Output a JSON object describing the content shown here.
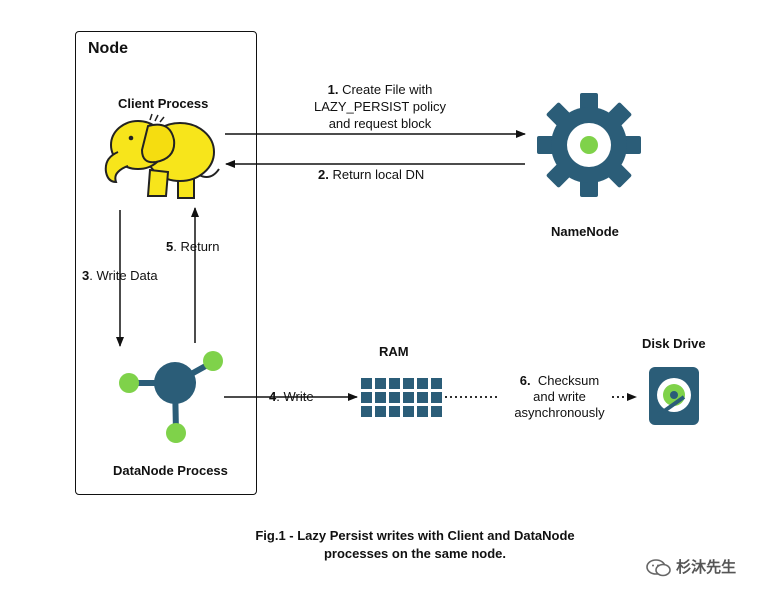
{
  "node": {
    "title": "Node"
  },
  "client_process": {
    "label": "Client Process"
  },
  "datanode_process": {
    "label": "DataNode Process"
  },
  "namenode": {
    "label": "NameNode"
  },
  "ram": {
    "label": "RAM"
  },
  "disk_drive": {
    "label": "Disk Drive"
  },
  "steps": {
    "s1": {
      "num": "1.",
      "line1": "Create File with",
      "line2": "LAZY_PERSIST policy",
      "line3": "and request block"
    },
    "s2": {
      "num": "2.",
      "text": "Return local DN"
    },
    "s3": {
      "num": "3",
      "text": ". Write Data"
    },
    "s4": {
      "num": "4",
      "text": ". Write"
    },
    "s5": {
      "num": "5",
      "text": ". Return"
    },
    "s6": {
      "num": "6.",
      "line1": "Checksum",
      "line2": "and write",
      "line3": "asynchronously"
    }
  },
  "caption": {
    "line1": "Fig.1 - Lazy Persist writes with Client and DataNode",
    "line2": "processes on the same node."
  },
  "watermark": {
    "text": "杉沐先生"
  },
  "colors": {
    "dark_teal": "#2b5d78",
    "green": "#7fd24a",
    "elephant_yellow": "#f7e51b",
    "line": "#111111"
  },
  "icons": {
    "client": "hadoop-elephant-icon",
    "datanode": "datanode-hub-icon",
    "namenode": "gear-icon",
    "ram": "ram-grid-icon",
    "disk": "disk-drive-icon",
    "watermark": "wechat-icon"
  }
}
